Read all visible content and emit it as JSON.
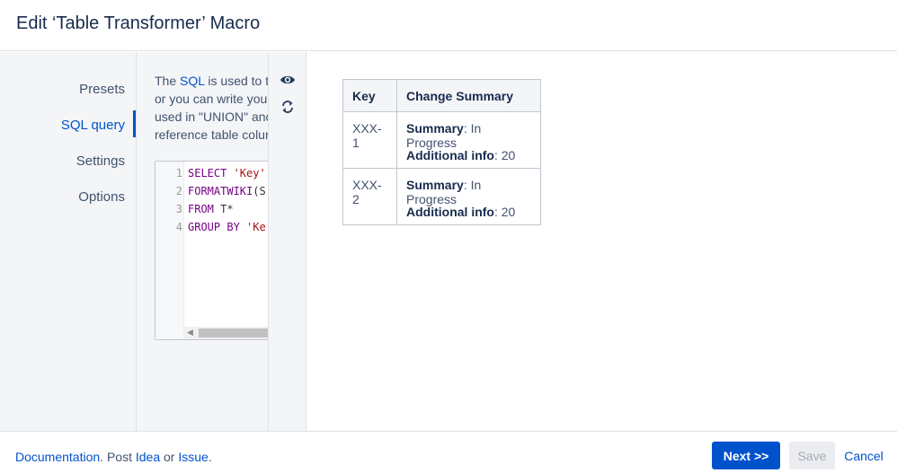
{
  "dialog": {
    "title": "Edit ‘Table Transformer’ Macro"
  },
  "sidebar": {
    "items": [
      {
        "label": "Presets",
        "active": false
      },
      {
        "label": "SQL query",
        "active": true
      },
      {
        "label": "Settings",
        "active": false
      },
      {
        "label": "Options",
        "active": false
      }
    ]
  },
  "editor": {
    "description": {
      "line1_a": "The ",
      "line1_link": "SQL",
      "line1_b": " is used to tr",
      "line2": "or you can write you",
      "line3": "used in \"UNION\" anc",
      "line4": "reference table colur"
    },
    "code": [
      {
        "n": "1",
        "parts": [
          [
            "kw",
            "SELECT "
          ],
          [
            "str",
            "'Key'"
          ]
        ]
      },
      {
        "n": "2",
        "parts": [
          [
            "kw",
            "FORMATWIKI"
          ],
          [
            "txt",
            "(S"
          ]
        ]
      },
      {
        "n": "3",
        "parts": [
          [
            "kw",
            "FROM "
          ],
          [
            "txt",
            "T*"
          ]
        ]
      },
      {
        "n": "4",
        "parts": [
          [
            "kw",
            "GROUP BY "
          ],
          [
            "str",
            "'Ke"
          ]
        ]
      }
    ]
  },
  "tools": {
    "preview_icon": "eye-icon",
    "refresh_icon": "refresh-icon"
  },
  "preview": {
    "headers": [
      "Key",
      "Change Summary"
    ],
    "rows": [
      {
        "key": "XXX-1",
        "summary_label": "Summary",
        "summary_value": ": In Progress",
        "info_label": "Additional info",
        "info_value": ": 20"
      },
      {
        "key": "XXX-2",
        "summary_label": "Summary",
        "summary_value": ": In Progress",
        "info_label": "Additional info",
        "info_value": ": 20"
      }
    ]
  },
  "footer": {
    "documentation": "Documentation",
    "sep1": ". Post ",
    "idea": "Idea",
    "sep2": " or ",
    "issue": "Issue",
    "sep3": ".",
    "next_label": "Next >>",
    "save_label": "Save",
    "cancel_label": "Cancel"
  },
  "colors": {
    "accent": "#0052cc",
    "sidebar_bg": "#f4f5f7"
  }
}
